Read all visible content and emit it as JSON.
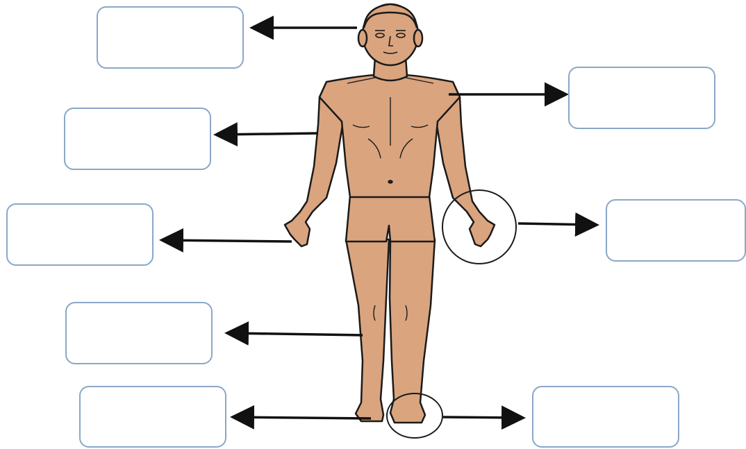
{
  "labels": [
    {
      "id": "head",
      "text": ""
    },
    {
      "id": "arm",
      "text": ""
    },
    {
      "id": "hand-left",
      "text": ""
    },
    {
      "id": "leg",
      "text": ""
    },
    {
      "id": "foot-left",
      "text": ""
    },
    {
      "id": "shoulder",
      "text": ""
    },
    {
      "id": "hand-circled",
      "text": ""
    },
    {
      "id": "foot-circled",
      "text": ""
    }
  ],
  "colors": {
    "skin": "#d9a47e",
    "outline": "#1a1a1a",
    "box_border": "#8aa7c8",
    "arrow": "#111111",
    "background": "#ffffff"
  },
  "icons": {
    "arrow": "arrow-head-icon",
    "highlight": "circle-highlight-icon"
  }
}
